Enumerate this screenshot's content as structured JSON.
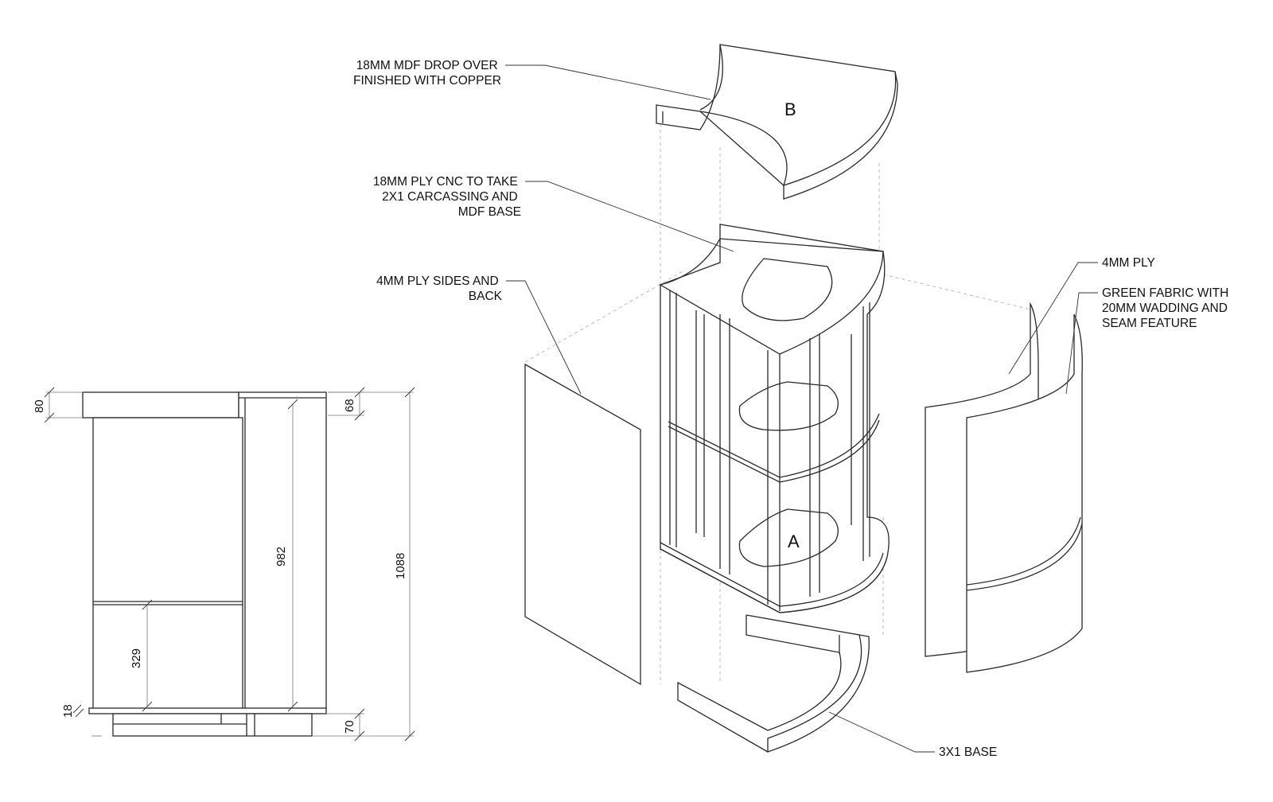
{
  "diagram": {
    "labels": {
      "top_mdf": [
        "18MM MDF DROP OVER",
        "FINISHED WITH COPPER"
      ],
      "ply_cnc": [
        "18MM PLY CNC TO TAKE",
        "2X1 CARCASSING AND",
        "MDF BASE"
      ],
      "ply_sides": [
        "4MM PLY SIDES AND",
        "BACK"
      ],
      "ply_4mm": [
        "4MM PLY"
      ],
      "fabric": [
        "GREEN FABRIC WITH",
        "20MM WADDING AND",
        "SEAM FEATURE"
      ],
      "base": [
        "3X1 BASE"
      ]
    },
    "part_markers": {
      "top": "B",
      "carcass": "A"
    },
    "dimensions": {
      "top_cap": "80",
      "top_right": "68",
      "inner_height": "982",
      "shelf_height": "329",
      "total_height": "1088",
      "base_plate": "18",
      "plinth": "70"
    }
  }
}
